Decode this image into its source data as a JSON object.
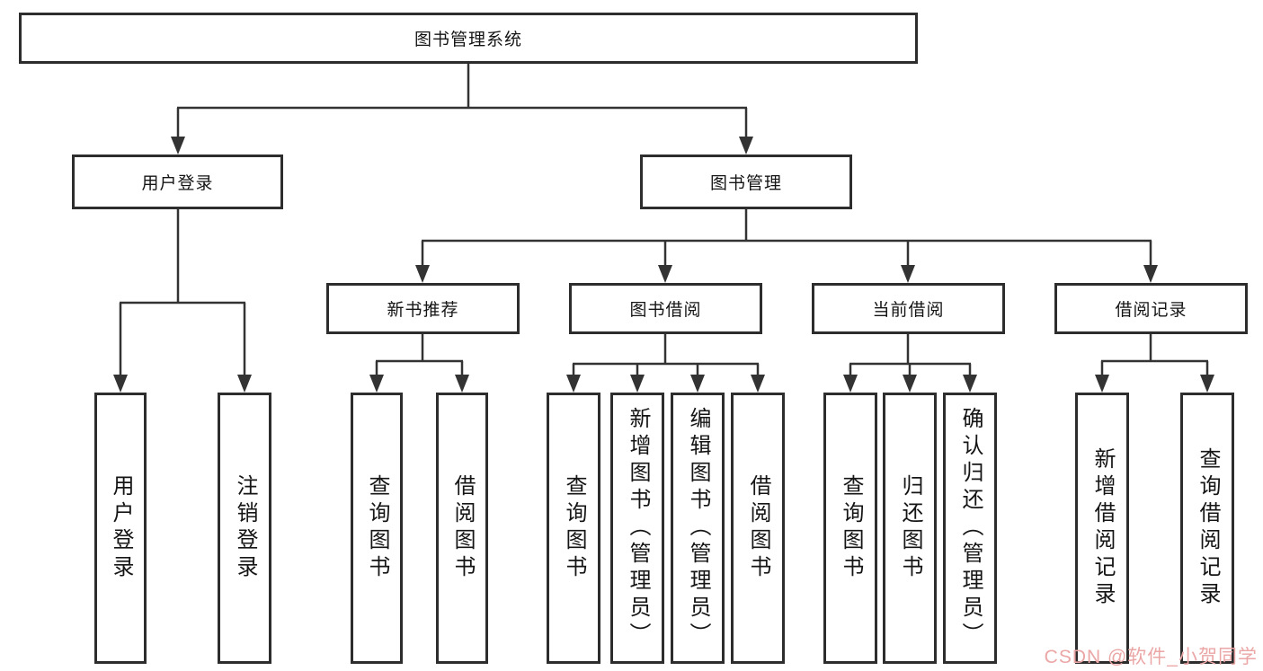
{
  "diagram": {
    "root": "图书管理系统",
    "branches": [
      {
        "label": "用户登录",
        "children": [
          "用户登录",
          "注销登录"
        ]
      },
      {
        "label": "图书管理",
        "children": [
          {
            "label": "新书推荐",
            "children": [
              "查询图书",
              "借阅图书"
            ]
          },
          {
            "label": "图书借阅",
            "children": [
              "查询图书",
              "新增图书（管理员）",
              "编辑图书（管理员）",
              "借阅图书"
            ]
          },
          {
            "label": "当前借阅",
            "children": [
              "查询图书",
              "归还图书",
              "确认归还（管理员）"
            ]
          },
          {
            "label": "借阅记录",
            "children": [
              "新增借阅记录",
              "查询借阅记录"
            ]
          }
        ]
      }
    ]
  },
  "watermark": "CSDN @软件_小贺同学",
  "colors": {
    "line": "#333333",
    "box_border": "#2d2d2d",
    "text": "#151515",
    "watermark": "#eba6a6",
    "background": "#ffffff"
  }
}
